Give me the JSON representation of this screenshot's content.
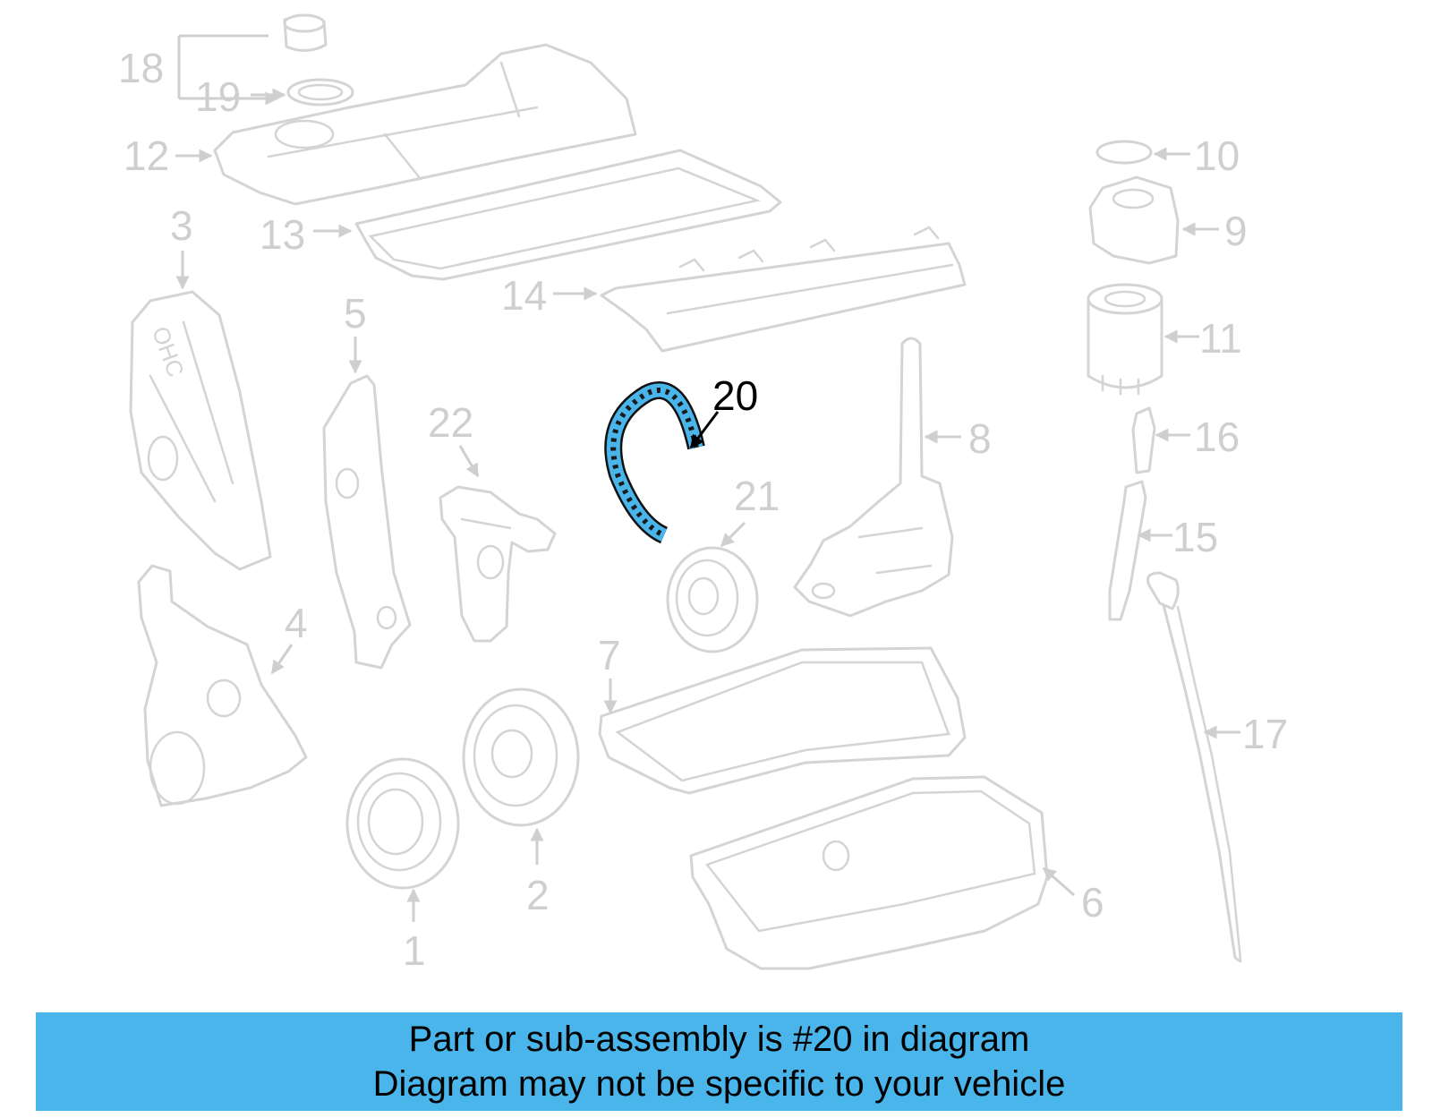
{
  "diagram": {
    "highlighted_part": "20",
    "highlight_color": "#4ab5ea",
    "faded_color": "#cfcfcf",
    "callouts": [
      "1",
      "2",
      "3",
      "4",
      "5",
      "6",
      "7",
      "8",
      "9",
      "10",
      "11",
      "12",
      "13",
      "14",
      "15",
      "16",
      "17",
      "18",
      "19",
      "20",
      "21",
      "22"
    ]
  },
  "banner": {
    "line1": "Part or sub-assembly is #20 in diagram",
    "line2": "Diagram may not be specific to your vehicle",
    "background": "#4ab5ea"
  }
}
